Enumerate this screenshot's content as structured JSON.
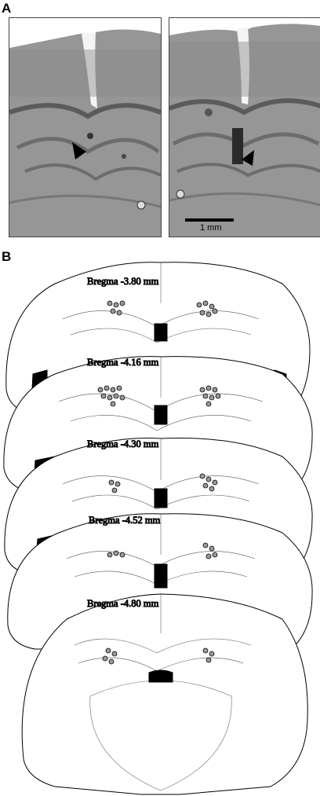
{
  "panels": {
    "a": {
      "letter": "A",
      "scale_bar_label": "1 mm"
    },
    "b": {
      "letter": "B",
      "sections": [
        {
          "label": "Bregma -3.80 mm"
        },
        {
          "label": "Bregma -4.16 mm"
        },
        {
          "label": "Bregma -4.30 mm"
        },
        {
          "label": "Bregma -4.52 mm"
        },
        {
          "label": "Bregma -4.80 mm"
        }
      ]
    }
  },
  "colors": {
    "tissue": "#8f8f8f",
    "tissue_dark": "#5e5e5e",
    "marker": "#9a9a9a",
    "outline": "#000000"
  }
}
